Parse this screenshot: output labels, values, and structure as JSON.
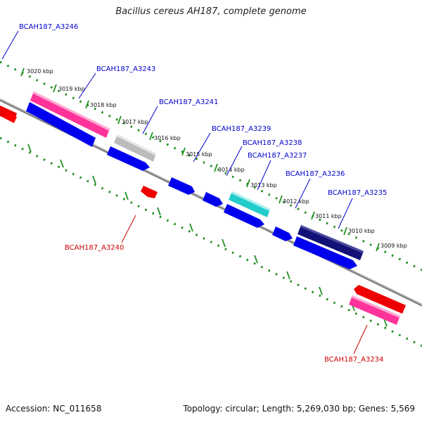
{
  "title": "Bacillus cereus AH187, complete genome",
  "footer": {
    "accession": "Accession: NC_011658",
    "topology": "Topology: circular; Length: 5,269,030 bp; Genes: 5,569"
  },
  "colors": {
    "backbone": "#7f7f7f",
    "dots": "#1f8f1f",
    "forward_label": "#0000cc",
    "reverse_label": "#cc0000"
  },
  "ticks": [
    "3020 kbp",
    "3019 kbp",
    "3018 kbp",
    "3017 kbp",
    "3016 kbp",
    "3015 kbp",
    "3014 kbp",
    "3013 kbp",
    "3012 kbp",
    "3011 kbp",
    "3010 kbp",
    "3009 kbp"
  ],
  "genes": [
    {
      "label": "BCAH187_A3246",
      "color": "#0000ee",
      "strand": "+"
    },
    {
      "label": "BCAH187_A3243",
      "color": "#ff3399",
      "strand": "+"
    },
    {
      "label": "BCAH187_A3241",
      "color": "#bbbbbb",
      "strand": "+"
    },
    {
      "label": "BCAH187_A3239",
      "color": "#0000ee",
      "strand": "+"
    },
    {
      "label": "BCAH187_A3238",
      "color": "#0000ee",
      "strand": "+"
    },
    {
      "label": "BCAH187_A3237",
      "color": "#22cccc",
      "strand": "+"
    },
    {
      "label": "BCAH187_A3236",
      "color": "#0000ee",
      "strand": "+"
    },
    {
      "label": "BCAH187_A3235",
      "color": "#111177",
      "strand": "+"
    },
    {
      "label": "BCAH187_A3240",
      "color": "#ee0000",
      "strand": "-"
    },
    {
      "label": "BCAH187_A3234",
      "color": "#ff3399",
      "strand": "-"
    }
  ]
}
